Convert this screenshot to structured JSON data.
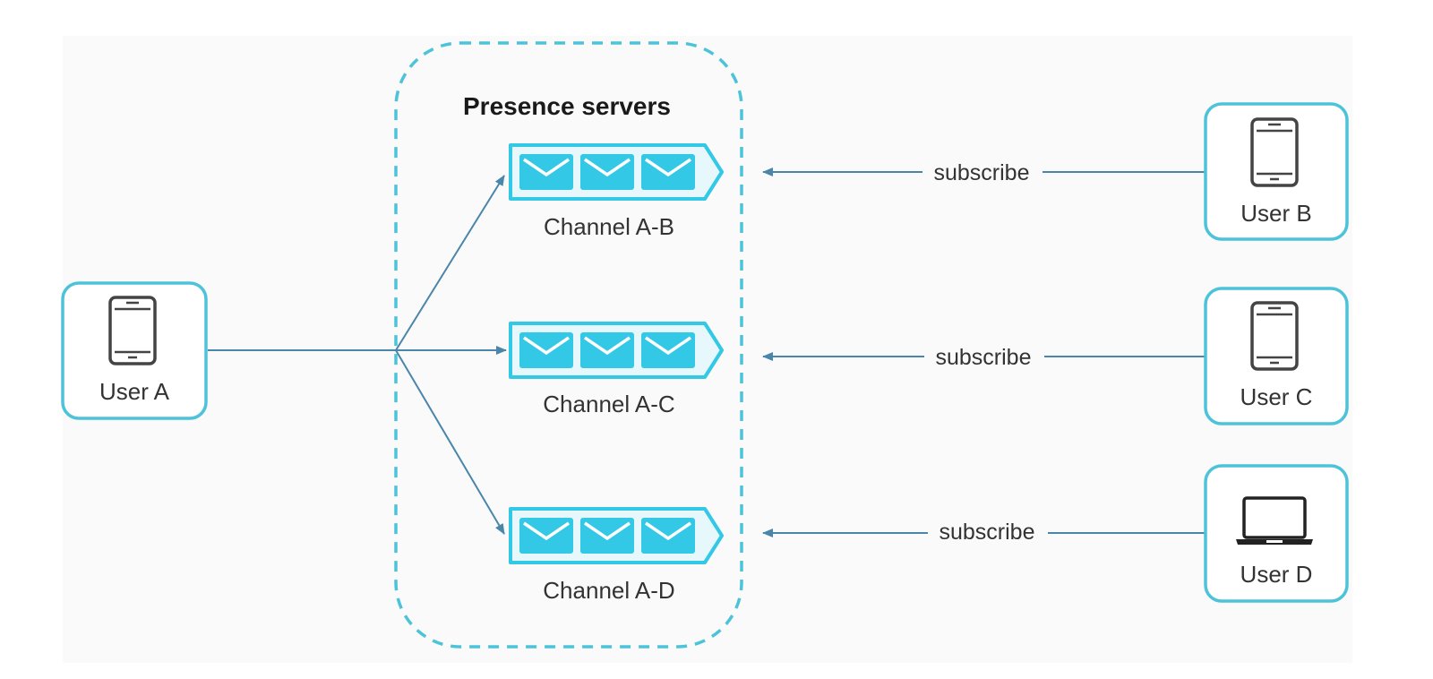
{
  "diagram": {
    "group": {
      "title": "Presence servers"
    },
    "sender": {
      "label": "User A",
      "icon": "phone-icon"
    },
    "channels": [
      {
        "label": "Channel A-B",
        "icon": "message-queue-icon"
      },
      {
        "label": "Channel A-C",
        "icon": "message-queue-icon"
      },
      {
        "label": "Channel A-D",
        "icon": "message-queue-icon"
      }
    ],
    "subscribers": [
      {
        "label": "User B",
        "icon": "phone-icon",
        "edge_label": "subscribe"
      },
      {
        "label": "User C",
        "icon": "phone-icon",
        "edge_label": "subscribe"
      },
      {
        "label": "User D",
        "icon": "laptop-icon",
        "edge_label": "subscribe"
      }
    ],
    "colors": {
      "background": "#fafafa",
      "accent": "#4cc3d9",
      "queue_fill": "#32c8e6",
      "queue_light": "#e6f8fc",
      "edge": "#4a86aa",
      "device": "#444444"
    }
  }
}
